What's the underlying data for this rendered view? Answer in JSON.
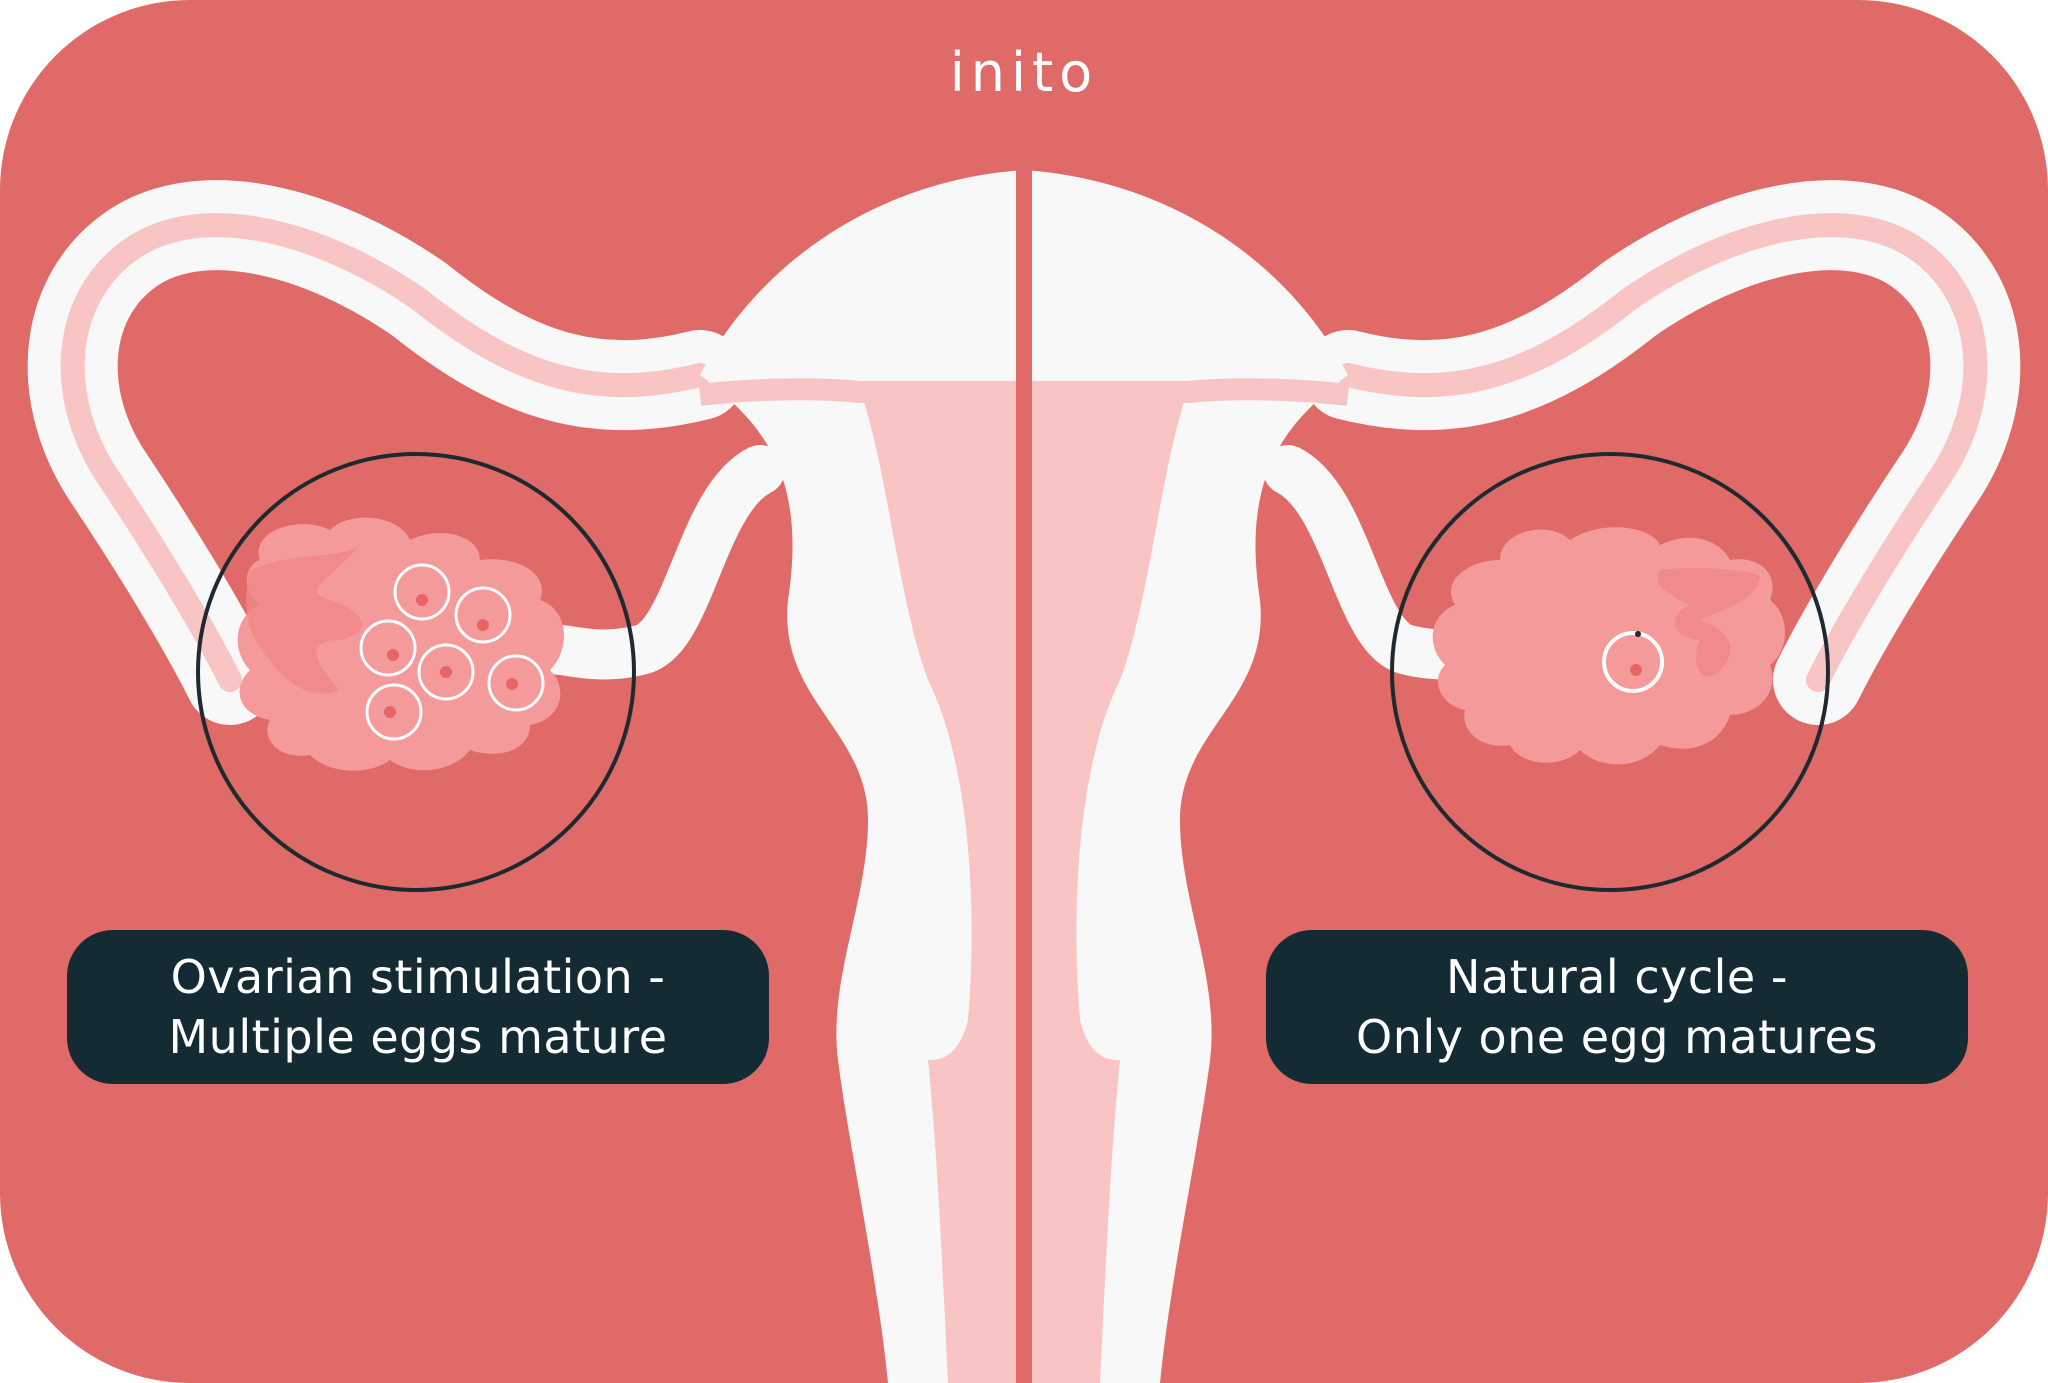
{
  "logo": {
    "text": "inito"
  },
  "colors": {
    "background": "#df6a67",
    "organ": "#f8f8f8",
    "organ_inner": "#f8c4c4",
    "ovary": "#f59a9a",
    "ovary_dark": "#f08787",
    "egg_core": "#e86566",
    "circle_stroke": "#1f2a30",
    "label_bg": "#142b33"
  },
  "panels": [
    {
      "id": "left",
      "line1": "Ovarian stimulation -",
      "line2": "Multiple eggs mature"
    },
    {
      "id": "right",
      "line1": "Natural cycle -",
      "line2": "Only one egg matures"
    }
  ]
}
